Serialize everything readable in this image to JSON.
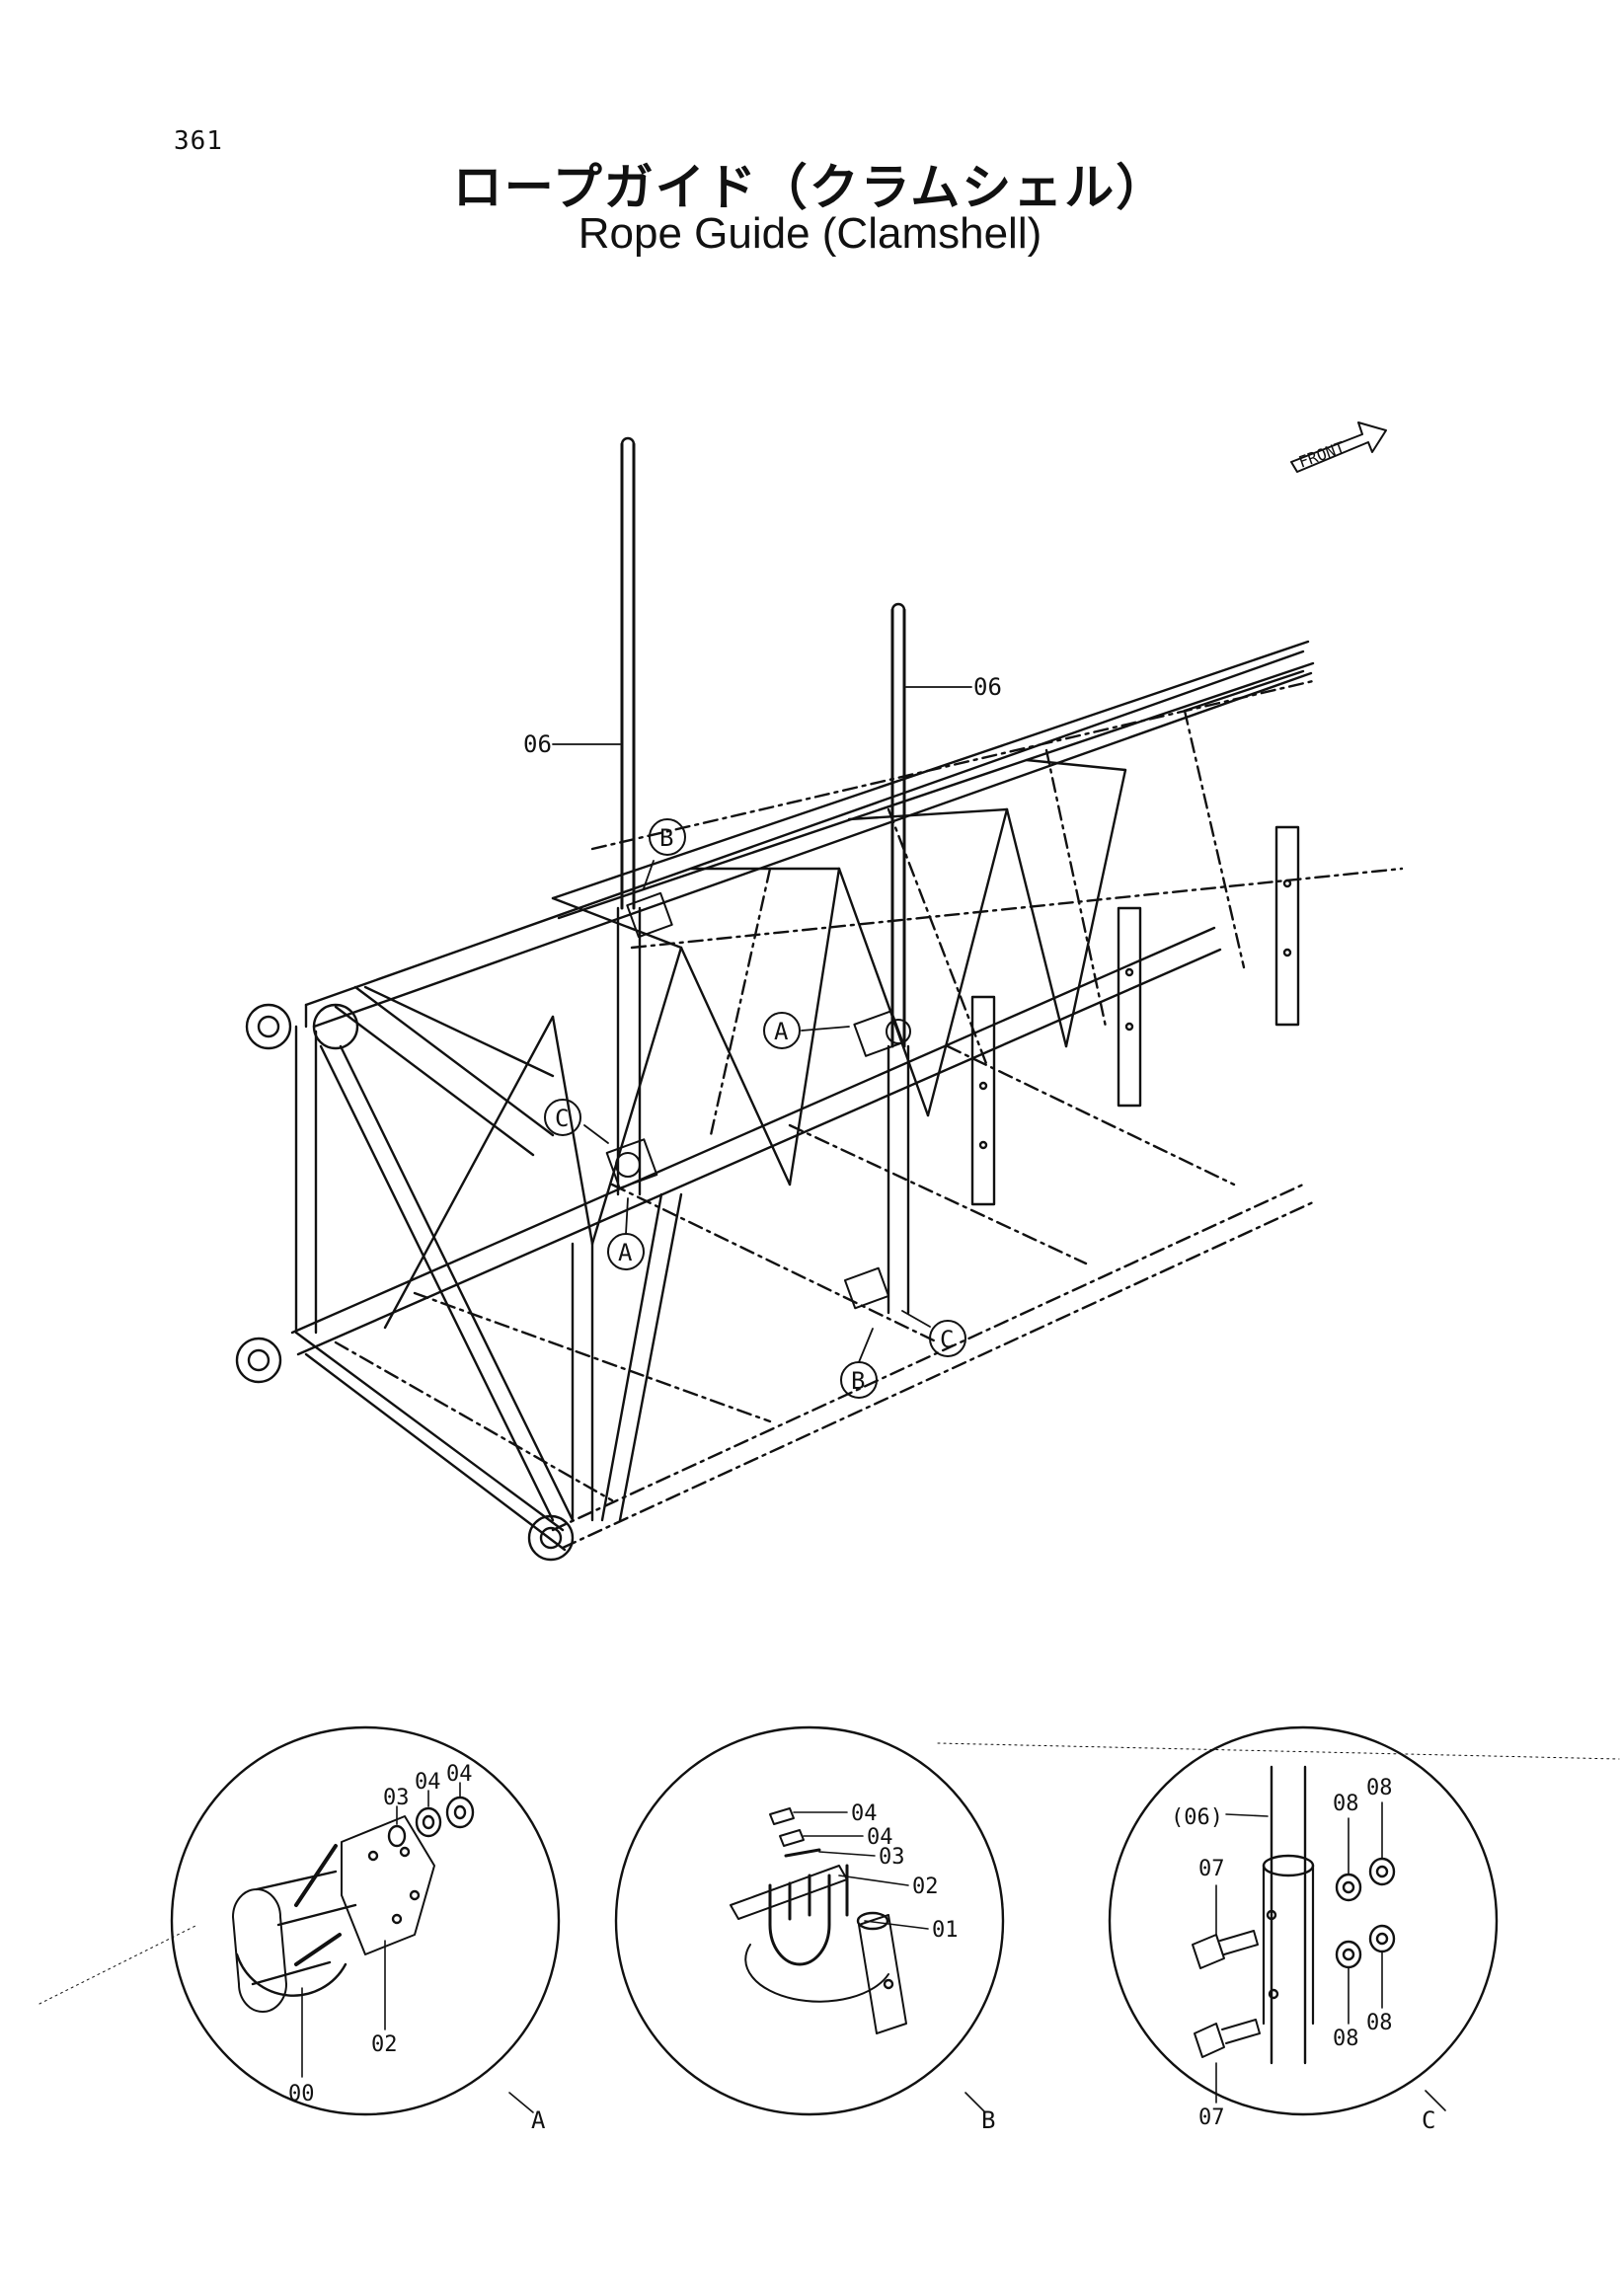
{
  "page_number": "361",
  "title_jp": "ロープガイド（クラムシェル）",
  "title_en": "Rope Guide (Clamshell)",
  "front_label": "FRONT",
  "main_labels": {
    "rod_left": "06",
    "rod_right": "06",
    "callout_b_top": "B",
    "callout_a_mid": "A",
    "callout_c_left": "C",
    "callout_a_low": "A",
    "callout_c_right": "C",
    "callout_b_low": "B"
  },
  "detail_a": {
    "label": "A",
    "parts": [
      "03",
      "04",
      "04",
      "02",
      "00"
    ]
  },
  "detail_b": {
    "label": "B",
    "parts": [
      "04",
      "04",
      "03",
      "02",
      "01"
    ]
  },
  "detail_c": {
    "label": "C",
    "parts": [
      "(06)",
      "08",
      "08",
      "07",
      "08",
      "08",
      "07"
    ]
  }
}
